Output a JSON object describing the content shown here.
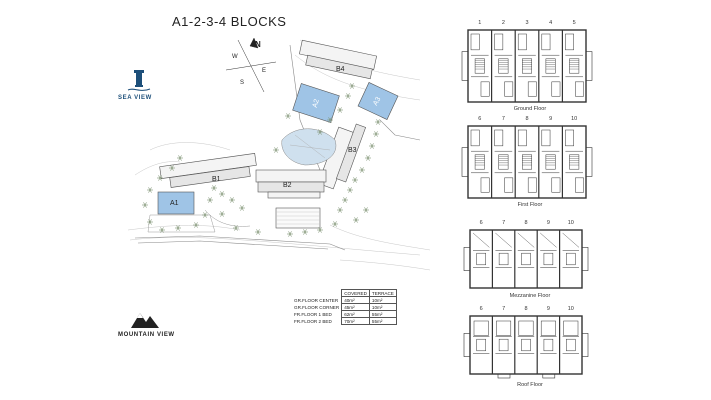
{
  "title": "A1-2-3-4 BLOCKS",
  "sea_view_label": "SEA VIEW",
  "mountain_view_label": "MOUNTAIN VIEW",
  "compass": {
    "n": "N",
    "s": "S",
    "e": "E",
    "w": "W"
  },
  "blocks": {
    "a1": "A1",
    "a2": "A2",
    "a3": "A3",
    "b1": "B1",
    "b2": "B2",
    "b3": "B3",
    "b4": "B4"
  },
  "floor_plans": {
    "ground": {
      "label": "Ground Floor",
      "units": [
        "1",
        "2",
        "3",
        "4",
        "5"
      ]
    },
    "first": {
      "label": "First Floor",
      "units": [
        "6",
        "7",
        "8",
        "9",
        "10"
      ]
    },
    "mezzanine": {
      "label": "Mezzanine Floor",
      "units": [
        "6",
        "7",
        "8",
        "9",
        "10"
      ]
    },
    "roof": {
      "label": "Roof Floor",
      "units": [
        "6",
        "7",
        "8",
        "9",
        "10"
      ]
    }
  },
  "area_table": {
    "headers": [
      "COVERED",
      "TERRACE"
    ],
    "rows": [
      {
        "label": "GR.FLOOR CENTER",
        "covered": "40m²",
        "terrace": "10m²"
      },
      {
        "label": "GR.FLOOR CORNER",
        "covered": "45m²",
        "terrace": "10m²"
      },
      {
        "label": "FR.FLOOR 1 BED",
        "covered": "62m²",
        "terrace": "55m²"
      },
      {
        "label": "FR.FLOOR 2 BED",
        "covered": "70m²",
        "terrace": "55m²"
      }
    ]
  },
  "colors": {
    "pool": "#9fc4e6",
    "line": "#555555",
    "plan": "#333333",
    "tree": "#7a8f6e"
  }
}
